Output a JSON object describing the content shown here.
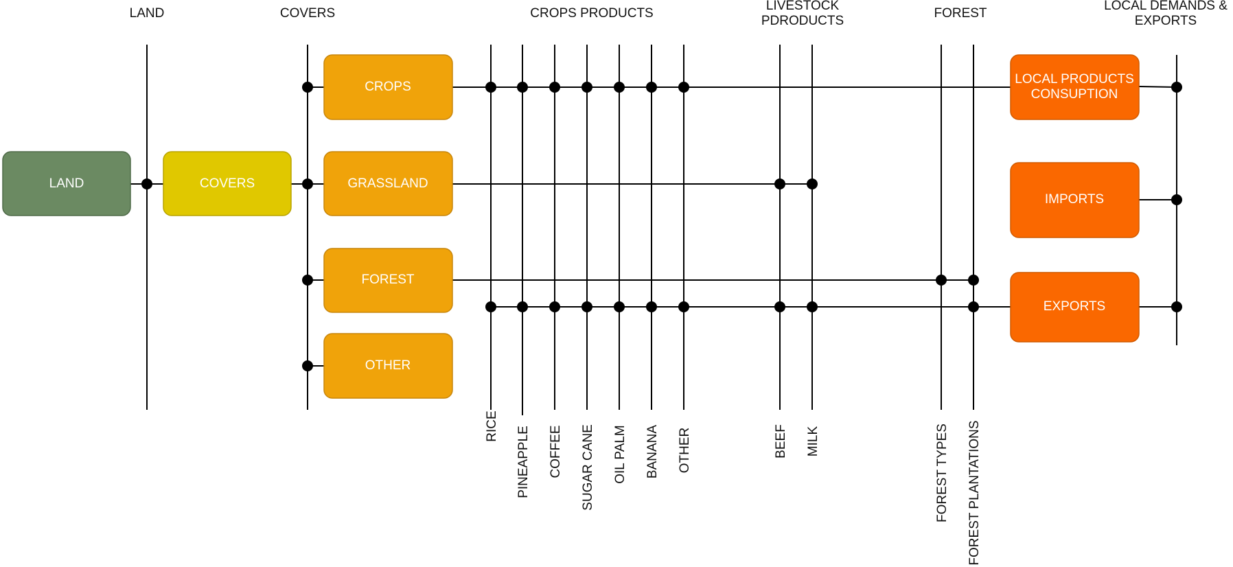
{
  "headers": {
    "land": [
      "LAND"
    ],
    "covers": [
      "COVERS"
    ],
    "crops_products": [
      "CROPS PRODUCTS"
    ],
    "livestock_products": [
      "LIVESTOCK",
      "PDRODUCTS"
    ],
    "forest": [
      "FOREST"
    ],
    "local_demands": [
      "LOCAL DEMANDS &",
      "EXPORTS"
    ]
  },
  "boxes": {
    "land": {
      "lines": [
        "LAND"
      ],
      "color": "#6b8a62",
      "border": "#4f6a48"
    },
    "covers": {
      "lines": [
        "COVERS"
      ],
      "color": "#e0c800",
      "border": "#b8a300"
    },
    "crops": {
      "lines": [
        "CROPS"
      ],
      "color": "#f0a30a",
      "border": "#c7850a"
    },
    "grassland": {
      "lines": [
        "GRASSLAND"
      ],
      "color": "#f0a30a",
      "border": "#c7850a"
    },
    "forest": {
      "lines": [
        "FOREST"
      ],
      "color": "#f0a30a",
      "border": "#c7850a"
    },
    "other": {
      "lines": [
        "OTHER"
      ],
      "color": "#f0a30a",
      "border": "#c7850a"
    },
    "local_consumption": {
      "lines": [
        "LOCAL PRODUCTS",
        "CONSUPTION"
      ],
      "color": "#fa6800",
      "border": "#d05a00"
    },
    "imports": {
      "lines": [
        "IMPORTS"
      ],
      "color": "#fa6800",
      "border": "#d05a00"
    },
    "exports": {
      "lines": [
        "EXPORTS"
      ],
      "color": "#fa6800",
      "border": "#d05a00"
    }
  },
  "buses": {
    "rice": "RICE",
    "pineapple": "PINEAPPLE",
    "coffee": "COFFEE",
    "sugar_cane": "SUGAR CANE",
    "oil_palm": "OIL PALM",
    "banana": "BANANA",
    "other": "OTHER",
    "beef": "BEEF",
    "milk": "MILK",
    "forest_types": "FOREST TYPES",
    "forest_plantations": "FOREST PLANTATIONS"
  }
}
